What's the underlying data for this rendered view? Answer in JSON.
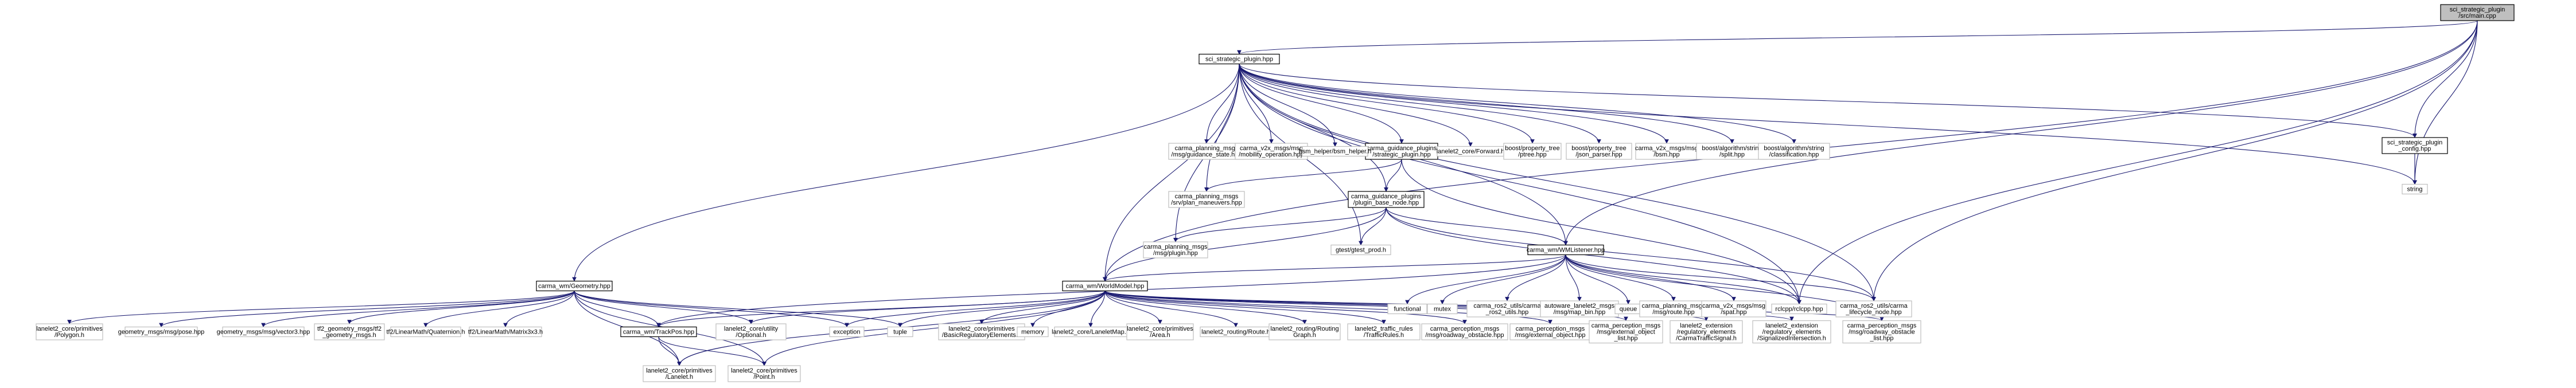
{
  "colors": {
    "edge": "#191970",
    "node_border": "#bfbfbf",
    "node_border_highlight": "#000000",
    "root_fill": "#bfbfbf",
    "background": "#ffffff"
  },
  "nodes": [
    {
      "id": "root",
      "lines": [
        "sci_strategic_plugin",
        "/src/main.cpp"
      ],
      "style": "main"
    },
    {
      "id": "plugin",
      "lines": [
        "sci_strategic_plugin.hpp"
      ],
      "style": "hl"
    },
    {
      "id": "geom",
      "lines": [
        "carma_wm/Geometry.hpp"
      ],
      "style": "hl"
    },
    {
      "id": "wm",
      "lines": [
        "carma_wm/WorldModel.hpp"
      ],
      "style": "hl"
    },
    {
      "id": "wml",
      "lines": [
        "carma_wm/WMListener.hpp"
      ],
      "style": "hl"
    },
    {
      "id": "trackpos",
      "lines": [
        "carma_wm/TrackPos.hpp"
      ],
      "style": "hl"
    },
    {
      "id": "cfg",
      "lines": [
        "sci_strategic_plugin",
        "_config.hpp"
      ],
      "style": "hl"
    },
    {
      "id": "sp",
      "lines": [
        "carma_guidance_plugins",
        "/strategic_plugin.hpp"
      ],
      "style": "hl"
    },
    {
      "id": "pbn",
      "lines": [
        "carma_guidance_plugins",
        "/plugin_base_node.hpp"
      ],
      "style": "hl"
    },
    {
      "id": "gs",
      "lines": [
        "carma_planning_msgs",
        "/msg/guidance_state.hpp"
      ],
      "style": "plain"
    },
    {
      "id": "mo",
      "lines": [
        "carma_v2x_msgs/msg",
        "/mobility_operation.hpp"
      ],
      "style": "plain"
    },
    {
      "id": "bsm",
      "lines": [
        "bsm_helper/bsm_helper.h"
      ],
      "style": "plain"
    },
    {
      "id": "fwd",
      "lines": [
        "lanelet2_core/Forward.h"
      ],
      "style": "plain"
    },
    {
      "id": "pt",
      "lines": [
        "boost/property_tree",
        "/ptree.hpp"
      ],
      "style": "plain"
    },
    {
      "id": "jp",
      "lines": [
        "boost/property_tree",
        "/json_parser.hpp"
      ],
      "style": "plain"
    },
    {
      "id": "bsmmsg",
      "lines": [
        "carma_v2x_msgs/msg",
        "/bsm.hpp"
      ],
      "style": "plain"
    },
    {
      "id": "split",
      "lines": [
        "boost/algorithm/string",
        "/split.hpp"
      ],
      "style": "plain"
    },
    {
      "id": "classif",
      "lines": [
        "boost/algorithm/string",
        "/classification.hpp"
      ],
      "style": "plain"
    },
    {
      "id": "string",
      "lines": [
        "string"
      ],
      "style": "plain"
    },
    {
      "id": "srv",
      "lines": [
        "carma_planning_msgs",
        "/srv/plan_maneuvers.hpp"
      ],
      "style": "plain"
    },
    {
      "id": "plugmsg",
      "lines": [
        "carma_planning_msgs",
        "/msg/plugin.hpp"
      ],
      "style": "plain"
    },
    {
      "id": "gest",
      "lines": [
        "gtest/gtest_prod.h"
      ],
      "style": "plain"
    },
    {
      "id": "rclcpp",
      "lines": [
        "rclcpp/rclcpp.hpp"
      ],
      "style": "plain"
    },
    {
      "id": "lcnode",
      "lines": [
        "carma_ros2_utils/carma",
        "_lifecycle_node.hpp"
      ],
      "style": "plain"
    },
    {
      "id": "functional",
      "lines": [
        "functional"
      ],
      "style": "plain"
    },
    {
      "id": "mutex",
      "lines": [
        "mutex"
      ],
      "style": "plain"
    },
    {
      "id": "r2u",
      "lines": [
        "carma_ros2_utils/carma",
        "_ros2_utils.hpp"
      ],
      "style": "plain"
    },
    {
      "id": "autoware",
      "lines": [
        "autoware_lanelet2_msgs",
        "/msg/map_bin.hpp"
      ],
      "style": "plain"
    },
    {
      "id": "queue",
      "lines": [
        "queue"
      ],
      "style": "plain"
    },
    {
      "id": "route",
      "lines": [
        "carma_planning_msgs",
        "/msg/route.hpp"
      ],
      "style": "plain"
    },
    {
      "id": "spat",
      "lines": [
        "carma_v2x_msgs/msg",
        "/spat.hpp"
      ],
      "style": "plain"
    },
    {
      "id": "polygon",
      "lines": [
        "lanelet2_core/primitives",
        "/Polygon.h"
      ],
      "style": "plain"
    },
    {
      "id": "pose",
      "lines": [
        "geometry_msgs/msg/pose.hpp"
      ],
      "style": "plain"
    },
    {
      "id": "vec3",
      "lines": [
        "geometry_msgs/msg/vector3.hpp"
      ],
      "style": "plain"
    },
    {
      "id": "tf2",
      "lines": [
        "tf2_geometry_msgs/tf2",
        "_geometry_msgs.h"
      ],
      "style": "plain"
    },
    {
      "id": "quat",
      "lines": [
        "tf2/LinearMath/Quaternion.h"
      ],
      "style": "plain"
    },
    {
      "id": "mat",
      "lines": [
        "tf2/LinearMath/Matrix3x3.h"
      ],
      "style": "plain"
    },
    {
      "id": "optional",
      "lines": [
        "lanelet2_core/utility",
        "/Optional.h"
      ],
      "style": "plain"
    },
    {
      "id": "exception",
      "lines": [
        "exception"
      ],
      "style": "plain"
    },
    {
      "id": "tuple",
      "lines": [
        "tuple"
      ],
      "style": "plain"
    },
    {
      "id": "bre",
      "lines": [
        "lanelet2_core/primitives",
        "/BasicRegulatoryElements.h"
      ],
      "style": "plain"
    },
    {
      "id": "memory",
      "lines": [
        "memory"
      ],
      "style": "plain"
    },
    {
      "id": "llmap",
      "lines": [
        "lanelet2_core/LaneletMap.h"
      ],
      "style": "plain"
    },
    {
      "id": "area",
      "lines": [
        "lanelet2_core/primitives",
        "/Area.h"
      ],
      "style": "plain"
    },
    {
      "id": "rroute",
      "lines": [
        "lanelet2_routing/Route.h"
      ],
      "style": "plain"
    },
    {
      "id": "rgraph",
      "lines": [
        "lanelet2_routing/Routing",
        "Graph.h"
      ],
      "style": "plain"
    },
    {
      "id": "traffic",
      "lines": [
        "lanelet2_traffic_rules",
        "/TrafficRules.h"
      ],
      "style": "plain"
    },
    {
      "id": "rwo",
      "lines": [
        "carma_perception_msgs",
        "/msg/roadway_obstacle.hpp"
      ],
      "style": "plain"
    },
    {
      "id": "eo",
      "lines": [
        "carma_perception_msgs",
        "/msg/external_object.hpp"
      ],
      "style": "plain"
    },
    {
      "id": "eol",
      "lines": [
        "carma_perception_msgs",
        "/msg/external_object",
        "_list.hpp"
      ],
      "style": "plain"
    },
    {
      "id": "cts",
      "lines": [
        "lanelet2_extension",
        "/regulatory_elements",
        "/CarmaTrafficSignal.h"
      ],
      "style": "plain"
    },
    {
      "id": "si",
      "lines": [
        "lanelet2_extension",
        "/regulatory_elements",
        "/SignalizedIntersection.h"
      ],
      "style": "plain"
    },
    {
      "id": "rwol",
      "lines": [
        "carma_perception_msgs",
        "/msg/roadway_obstacle",
        "_list.hpp"
      ],
      "style": "plain"
    },
    {
      "id": "lanelet",
      "lines": [
        "lanelet2_core/primitives",
        "/Lanelet.h"
      ],
      "style": "plain"
    },
    {
      "id": "point",
      "lines": [
        "lanelet2_core/primitives",
        "/Point.h"
      ],
      "style": "plain"
    }
  ]
}
